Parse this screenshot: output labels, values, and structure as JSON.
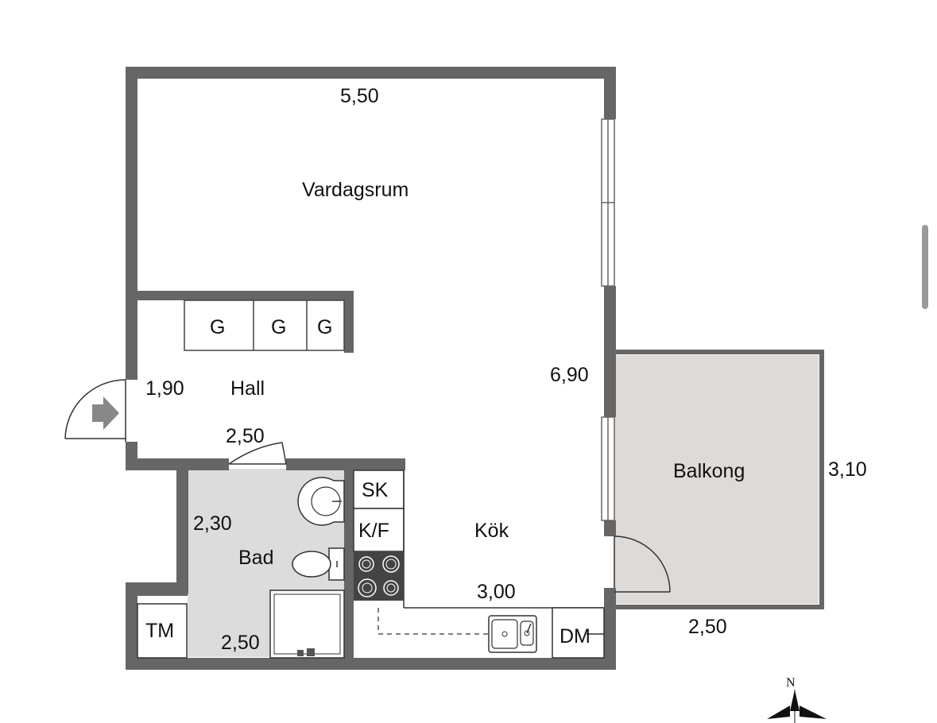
{
  "floorplan": {
    "rooms": {
      "vardagsrum": "Vardagsrum",
      "hall": "Hall",
      "bad": "Bad",
      "kok": "Kök",
      "balkong": "Balkong"
    },
    "dimensions": {
      "vardagsrum_width": "5,50",
      "total_height": "6,90",
      "hall_depth": "1,90",
      "hall_width": "2,50",
      "bad_depth": "2,30",
      "bad_width": "2,50",
      "kok_width": "3,00",
      "balkong_depth": "3,10",
      "balkong_width": "2,50"
    },
    "fixtures": {
      "wardrobe_1": "G",
      "wardrobe_2": "G",
      "wardrobe_3": "G",
      "freezer": "SK",
      "fridge_freezer": "K/F",
      "dishwasher": "DM",
      "washing_machine": "TM"
    },
    "compass": "N",
    "colors": {
      "wall": "#666666",
      "wet_area": "#dcdcdc",
      "balcony": "#dedad7"
    }
  }
}
